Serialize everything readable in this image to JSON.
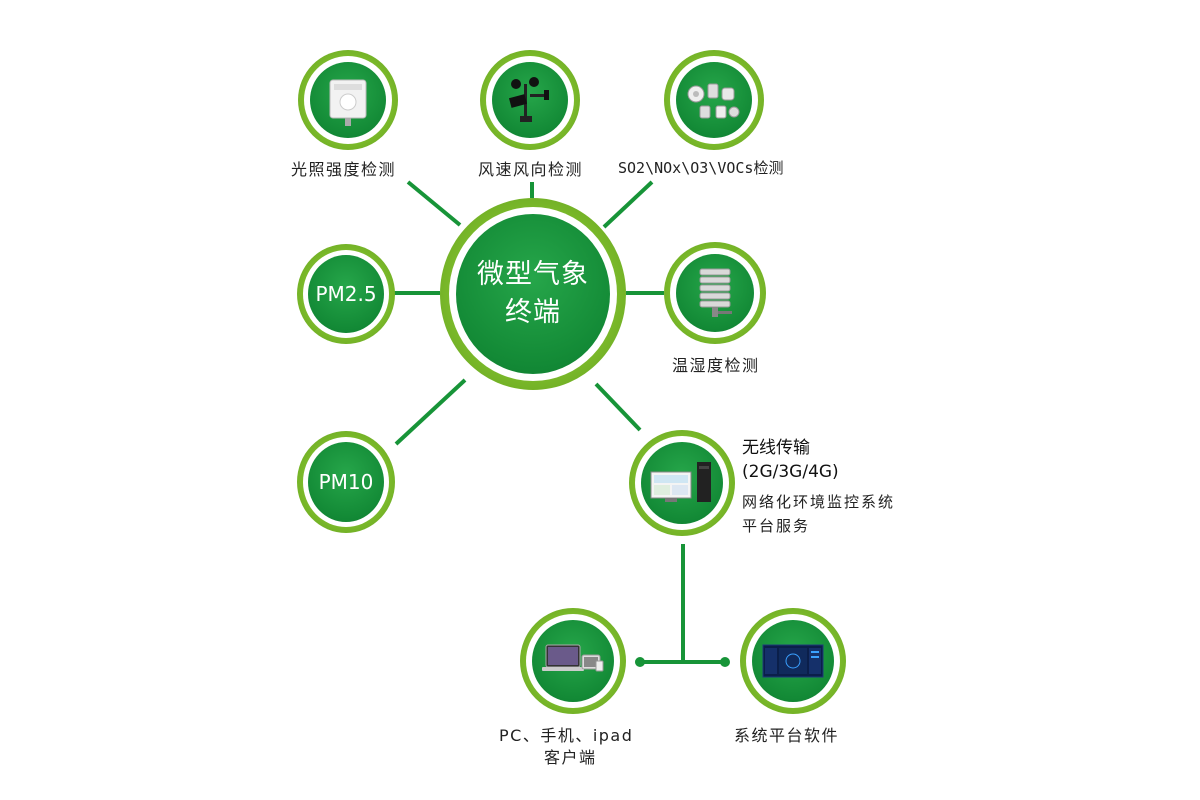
{
  "center": {
    "line1": "微型气象",
    "line2": "终端"
  },
  "sensors": {
    "light": "光照强度检测",
    "wind": "风速风向检测",
    "gas": "SO2\\NOx\\O3\\VOCs检测",
    "temp_humidity": "温湿度检测",
    "pm25": "PM2.5",
    "pm10": "PM10"
  },
  "wireless": {
    "title": "无线传输",
    "subtitle": "(2G/3G/4G)",
    "service_line1": "网络化环境监控系统",
    "service_line2": "平台服务"
  },
  "clients": {
    "devices_line1": "PC、手机、ipad",
    "devices_line2": "客户端",
    "platform": "系统平台软件"
  },
  "colors": {
    "ring_green": "#7cbb2b",
    "core_green": "#138a36",
    "line_green": "#179438"
  },
  "icons": [
    "light-sensor-icon",
    "anemometer-icon",
    "gas-sensors-icon",
    "louver-shield-icon",
    "server-monitor-icon",
    "laptop-tablet-icon",
    "dashboard-software-icon"
  ]
}
